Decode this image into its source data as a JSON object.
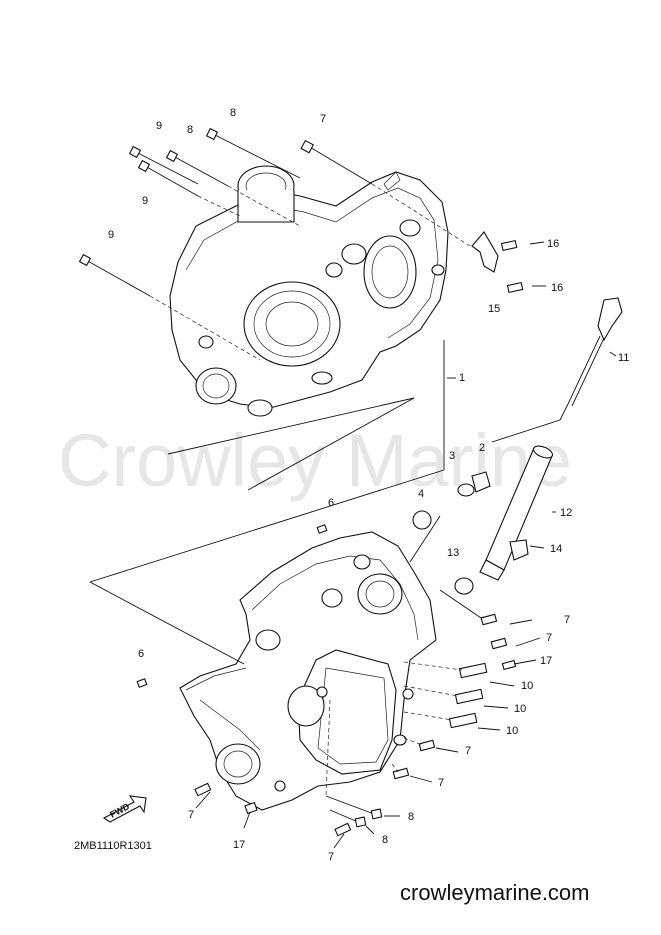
{
  "watermark": "Crowley Marine",
  "diagram_code": "2MB1110R1301",
  "website": "crowleymarine.com",
  "fwd_label": "FWD",
  "callouts": {
    "c1": "1",
    "c2": "2",
    "c3": "3",
    "c4": "4",
    "c6a": "6",
    "c6b": "6",
    "c7a": "7",
    "c7b": "7",
    "c7c": "7",
    "c7d": "7",
    "c7e": "7",
    "c7f": "7",
    "c7g": "7",
    "c8a": "8",
    "c8b": "8",
    "c8c": "8",
    "c8d": "8",
    "c9a": "9",
    "c9b": "9",
    "c9c": "9",
    "c10a": "10",
    "c10b": "10",
    "c10c": "10",
    "c11": "11",
    "c12": "12",
    "c13": "13",
    "c14": "14",
    "c15": "15",
    "c16a": "16",
    "c16b": "16",
    "c17a": "17",
    "c17b": "17"
  }
}
